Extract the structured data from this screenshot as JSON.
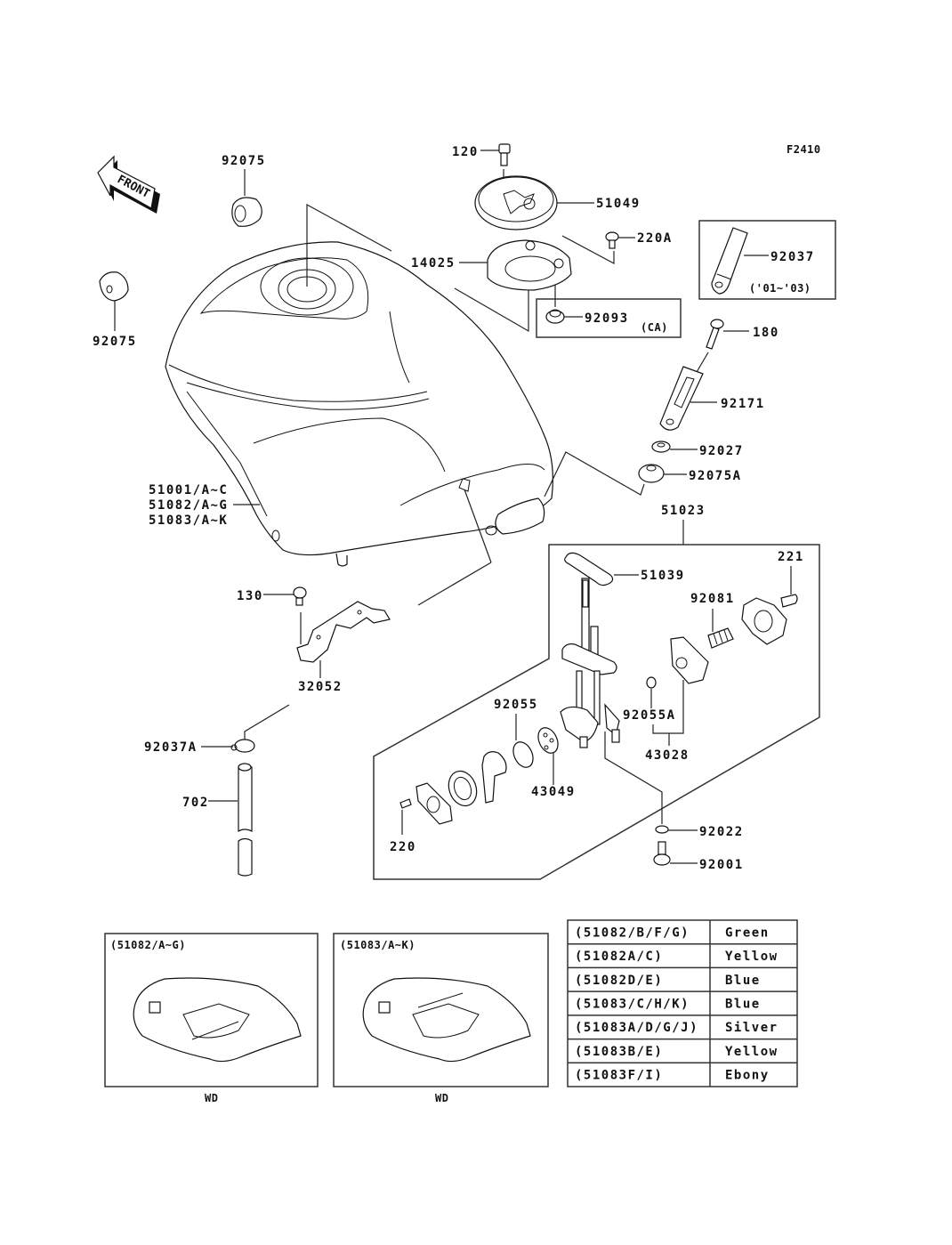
{
  "figure": {
    "code": "F2410",
    "front_arrow": "FRONT"
  },
  "callouts": {
    "grommet_upper": "92075",
    "grommet_left": "92075",
    "bolt_cap": "120",
    "filler_cap": "51049",
    "screw_220a": "220A",
    "cap_base": "14025",
    "nut_92093": "92093",
    "ca_note": "(CA)",
    "strap_92037": "92037",
    "strap_years": "('01~'03)",
    "bolt_180": "180",
    "bracket_92171": "92171",
    "collar_92027": "92027",
    "grommet_92075a": "92075A",
    "fuel_tank_1": "51001/A~C",
    "fuel_tank_2": "51082/A~G",
    "fuel_tank_3": "51083/A~K",
    "fuel_cock_assy": "51023",
    "gasket_51039": "51039",
    "screw_221": "221",
    "spring_92081": "92081",
    "bolt_130": "130",
    "bracket_32052": "32052",
    "oring_92055": "92055",
    "oring_92055a": "92055A",
    "diaphragm_43028": "43028",
    "clamp_92037a": "92037A",
    "filter_43049": "43049",
    "hose_702": "702",
    "screw_220": "220",
    "washer_92022": "92022",
    "bolt_92001": "92001"
  },
  "inset_panels": [
    {
      "title": "(51082/A~G)",
      "caption": "WD"
    },
    {
      "title": "(51083/A~K)",
      "caption": "WD"
    }
  ],
  "color_table": {
    "rows": [
      {
        "part": "(51082/B/F/G)",
        "color": "Green"
      },
      {
        "part": "(51082A/C)",
        "color": "Yellow"
      },
      {
        "part": "(51082D/E)",
        "color": "Blue"
      },
      {
        "part": "(51083/C/H/K)",
        "color": "Blue"
      },
      {
        "part": "(51083A/D/G/J)",
        "color": "Silver"
      },
      {
        "part": "(51083B/E)",
        "color": "Yellow"
      },
      {
        "part": "(51083F/I)",
        "color": "Ebony"
      }
    ]
  }
}
